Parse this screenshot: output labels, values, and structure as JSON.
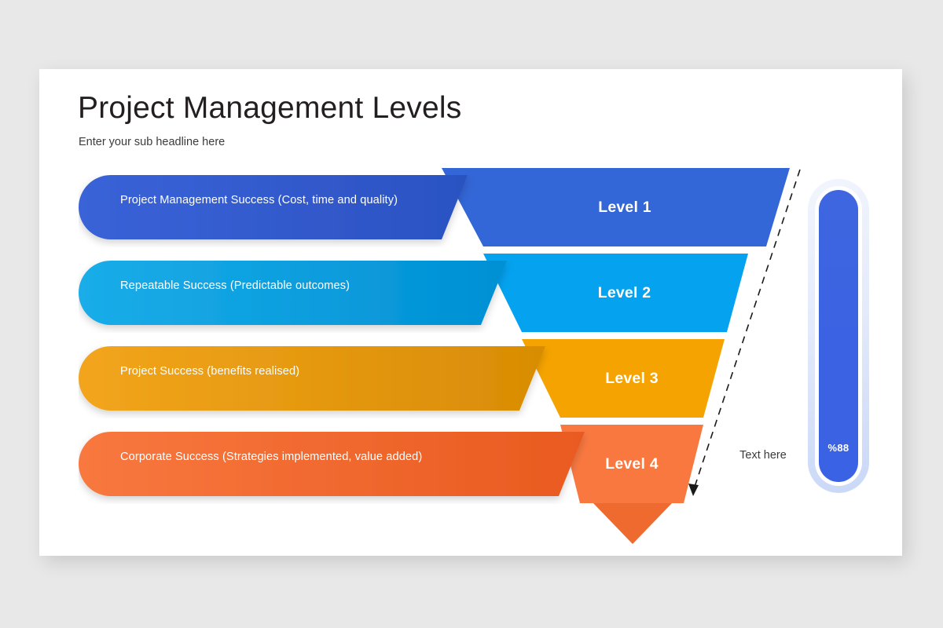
{
  "slide": {
    "title": "Project Management Levels",
    "subtitle": "Enter your sub headline here",
    "background_color": "#e8e8e9",
    "card_color": "#ffffff"
  },
  "funnel": {
    "type": "funnel",
    "levels": [
      {
        "level_label": "Level 1",
        "description": "Project Management Success (Cost, time and quality)",
        "color": "#3366d6",
        "bar_color_start": "#3a63d8",
        "bar_color_end": "#2c54c4",
        "shadow_color": "#2a4fbb"
      },
      {
        "level_label": "Level 2",
        "description": "Repeatable Success (Predictable outcomes)",
        "color": "#04a2ef",
        "bar_color_start": "#17ace9",
        "bar_color_end": "#0092d6",
        "shadow_color": "#0082c0"
      },
      {
        "level_label": "Level 3",
        "description": "Project Success (benefits realised)",
        "color": "#f5a300",
        "bar_color_start": "#f0a21d",
        "bar_color_end": "#d98d05",
        "shadow_color": "#c07d02"
      },
      {
        "level_label": "Level 4",
        "description": "Corporate Success (Strategies implemented, value added)",
        "color": "#f97840",
        "bar_color_start": "#f7763e",
        "bar_color_end": "#ea5b22",
        "shadow_color": "#e4521b"
      }
    ]
  },
  "gauge": {
    "value_label": "%88",
    "percent": 88,
    "caption": "Text here",
    "fill_color": "#3a62e2",
    "track_color": "#ffffff",
    "outer_color": "#dfe8fb"
  },
  "annotations": {
    "flow_arrow": "dashed-down-arrow"
  }
}
